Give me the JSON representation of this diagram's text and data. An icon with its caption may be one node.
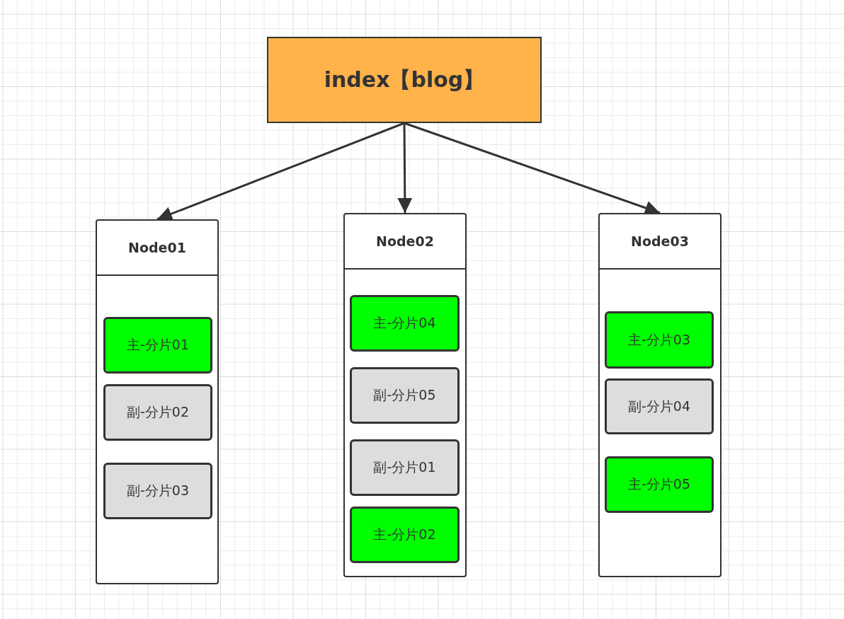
{
  "diagram": {
    "nodes": [
      {
        "text": [
          "index【blog】"
        ]
      },
      {
        "text": [
          "Node01"
        ]
      },
      {
        "text": [
          "主-分片01"
        ],
        "in": 1
      },
      {
        "text": [
          "副-分片02"
        ],
        "in": 1
      },
      {
        "text": [
          "副-分片03"
        ],
        "in": 1
      },
      {
        "text": [
          "Node02"
        ]
      },
      {
        "text": [
          "主-分片04"
        ],
        "in": 5
      },
      {
        "text": [
          "副-分片05"
        ],
        "in": 5
      },
      {
        "text": [
          "副-分片01"
        ],
        "in": 5
      },
      {
        "text": [
          "主-分片02"
        ],
        "in": 5
      },
      {
        "text": [
          "Node03"
        ]
      },
      {
        "text": [
          "主-分片03"
        ],
        "in": 10
      },
      {
        "text": [
          "副-分片04"
        ],
        "in": 10
      },
      {
        "text": [
          "主-分片05"
        ],
        "in": 10
      }
    ],
    "edges": [
      {
        "from": 0,
        "to": 1,
        "arrow": "to"
      },
      {
        "from": 0,
        "to": 5,
        "arrow": "to"
      },
      {
        "from": 0,
        "to": 10,
        "arrow": "to"
      }
    ]
  }
}
